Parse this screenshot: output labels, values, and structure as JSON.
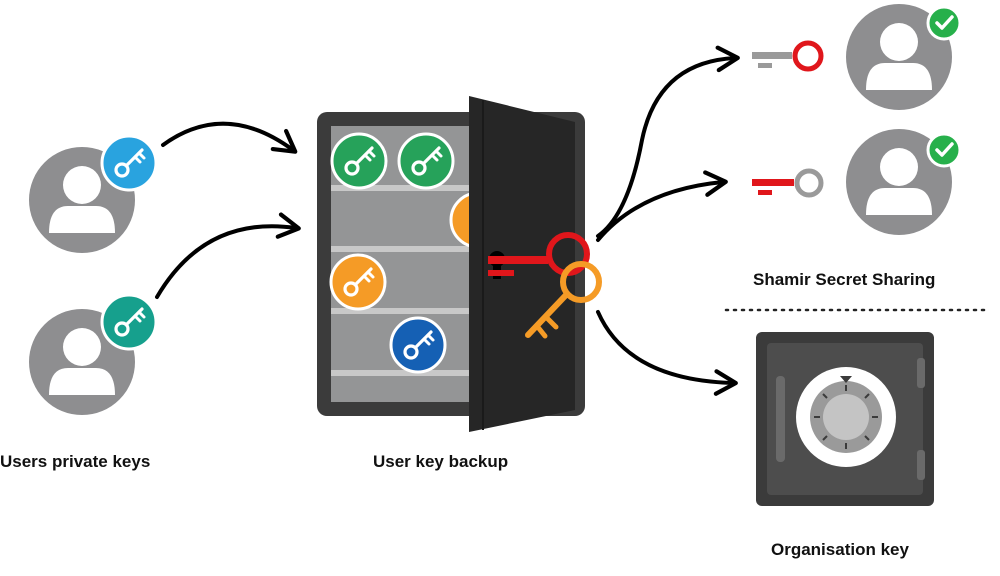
{
  "labels": {
    "users_private_keys": "Users private keys",
    "user_key_backup": "User key backup",
    "shamir_secret_sharing": "Shamir Secret Sharing",
    "organisation_key": "Organisation key"
  },
  "colors": {
    "user_gray": "#8e8e90",
    "key_blue_light": "#29a3df",
    "key_teal": "#16a08d",
    "key_green": "#26a25a",
    "key_orange": "#f59b26",
    "key_blue_dark": "#1560b4",
    "accent_red": "#e0161b",
    "check_green": "#27b04b",
    "safe_dark": "#3b3b3b",
    "door_dark": "#262626"
  },
  "icons": {
    "user": "user-avatar-icon",
    "key": "key-icon",
    "check": "check-badge-icon",
    "vault": "vault-icon",
    "dial": "combination-dial-icon"
  }
}
